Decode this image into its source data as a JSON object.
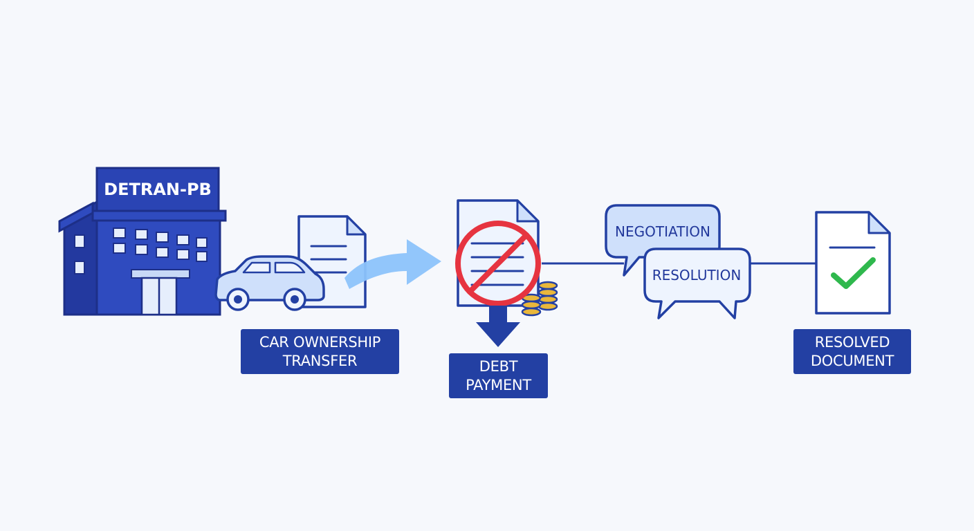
{
  "building": {
    "sign": "DETRAN-PB"
  },
  "labels": {
    "transfer": {
      "line1": "CAR OWNERSHIP",
      "line2": "TRANSFER"
    },
    "debt": {
      "line1": "DEBT",
      "line2": "PAYMENT"
    },
    "resolved": {
      "line1": "RESOLVED",
      "line2": "DOCUMENT"
    }
  },
  "bubbles": {
    "negotiation": "NEGOTIATION",
    "resolution": "RESOLUTION"
  },
  "colors": {
    "navy": "#2340a3",
    "blue_fill": "#2f4bbf",
    "light_blue": "#cfe0fb",
    "arrow_blue": "#8cc3fb",
    "red": "#e63440",
    "green": "#2fb84d",
    "gold": "#e9b73b"
  },
  "icons": [
    "building-icon",
    "car-icon",
    "document-icon",
    "arrow-icon",
    "prohibited-icon",
    "coins-icon",
    "speech-bubble-icon",
    "checkmark-icon"
  ]
}
